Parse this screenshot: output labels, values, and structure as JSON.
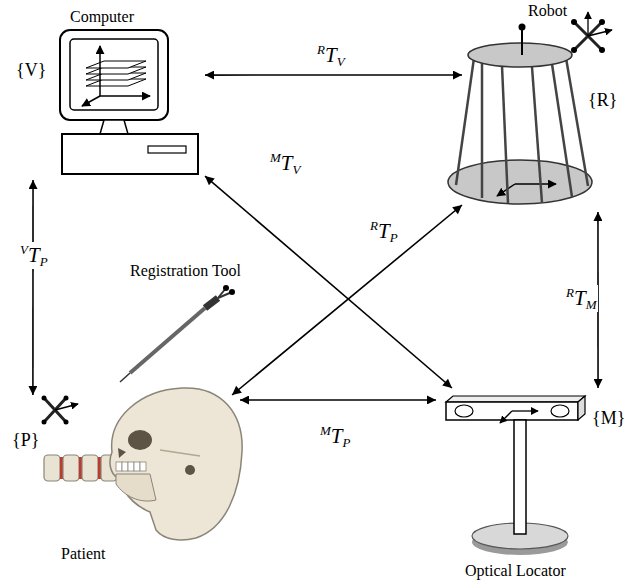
{
  "diagram": {
    "nodes": [
      {
        "text": [
          "Computer",
          "{V}"
        ]
      },
      {
        "text": [
          "Robot",
          "{R}"
        ]
      },
      {
        "text": [
          "{P}",
          "Patient"
        ]
      },
      {
        "text": [
          "{M}",
          "Optical Locator"
        ]
      }
    ],
    "edges": [
      {
        "from": 0,
        "to": 1,
        "arrow": "both",
        "label": "RTV"
      },
      {
        "from": 0,
        "to": 3,
        "arrow": "both",
        "label": "MTV"
      },
      {
        "from": 2,
        "to": 1,
        "arrow": "both",
        "label": "RTP"
      },
      {
        "from": 0,
        "to": 2,
        "arrow": "both",
        "label": "VTP"
      },
      {
        "from": 1,
        "to": 3,
        "arrow": "both",
        "label": "RTM"
      },
      {
        "from": 2,
        "to": 3,
        "arrow": "both",
        "label": "MTP"
      }
    ],
    "labels": [
      "Registration Tool"
    ]
  }
}
